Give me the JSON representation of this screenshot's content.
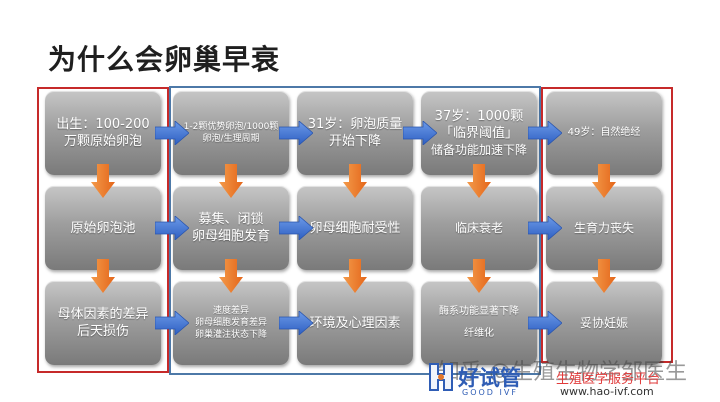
{
  "title": "为什么会卵巢早衰",
  "boxes": {
    "r1c1": {
      "l1": "出生：100-200",
      "l2": "万颗原始卵泡"
    },
    "r1c2": {
      "l1": "1-2颗优势卵泡/1000颗",
      "l2": "卵泡/生理周期"
    },
    "r1c3": {
      "l1": "31岁：卵泡质量",
      "l2": "开始下降"
    },
    "r1c4": {
      "l1": "37岁：1000颗",
      "l2": "「临界阈值」",
      "l3": "储备功能加速下降"
    },
    "r1c5": {
      "l1": "49岁：自然绝经"
    },
    "r2c1": {
      "l1": "原始卵泡池"
    },
    "r2c2": {
      "l1": "募集、闭锁",
      "l2": "卵母细胞发育"
    },
    "r2c3": {
      "l1": "卵母细胞耐受性"
    },
    "r2c4": {
      "l1": "临床衰老"
    },
    "r2c5": {
      "l1": "生育力丧失"
    },
    "r3c1": {
      "l1": "母体因素的差异",
      "l2": "后天损伤"
    },
    "r3c2": {
      "l1": "速度差异",
      "l2": "卵母细胞发育差异",
      "l3": "卵巢灌注状态下降"
    },
    "r3c3": {
      "l1": "环境及心理因素"
    },
    "r3c4": {
      "l1": "酶系功能显著下降",
      "l2": "纤维化"
    },
    "r3c5": {
      "l1": "妥协妊娠"
    }
  },
  "watermark": {
    "zhihu": "知乎 @生殖生物学邹医生",
    "brand_cn": "好试管",
    "brand_en": "GOOD IVF",
    "brand_red": "生殖医学服务平台",
    "url": "www.hao-ivf.com"
  },
  "colors": {
    "arrow": "#ee7a22",
    "right_arrow": "#3a6fd1",
    "frame_red": "#c62a2a",
    "frame_blue": "#4d79a8"
  }
}
